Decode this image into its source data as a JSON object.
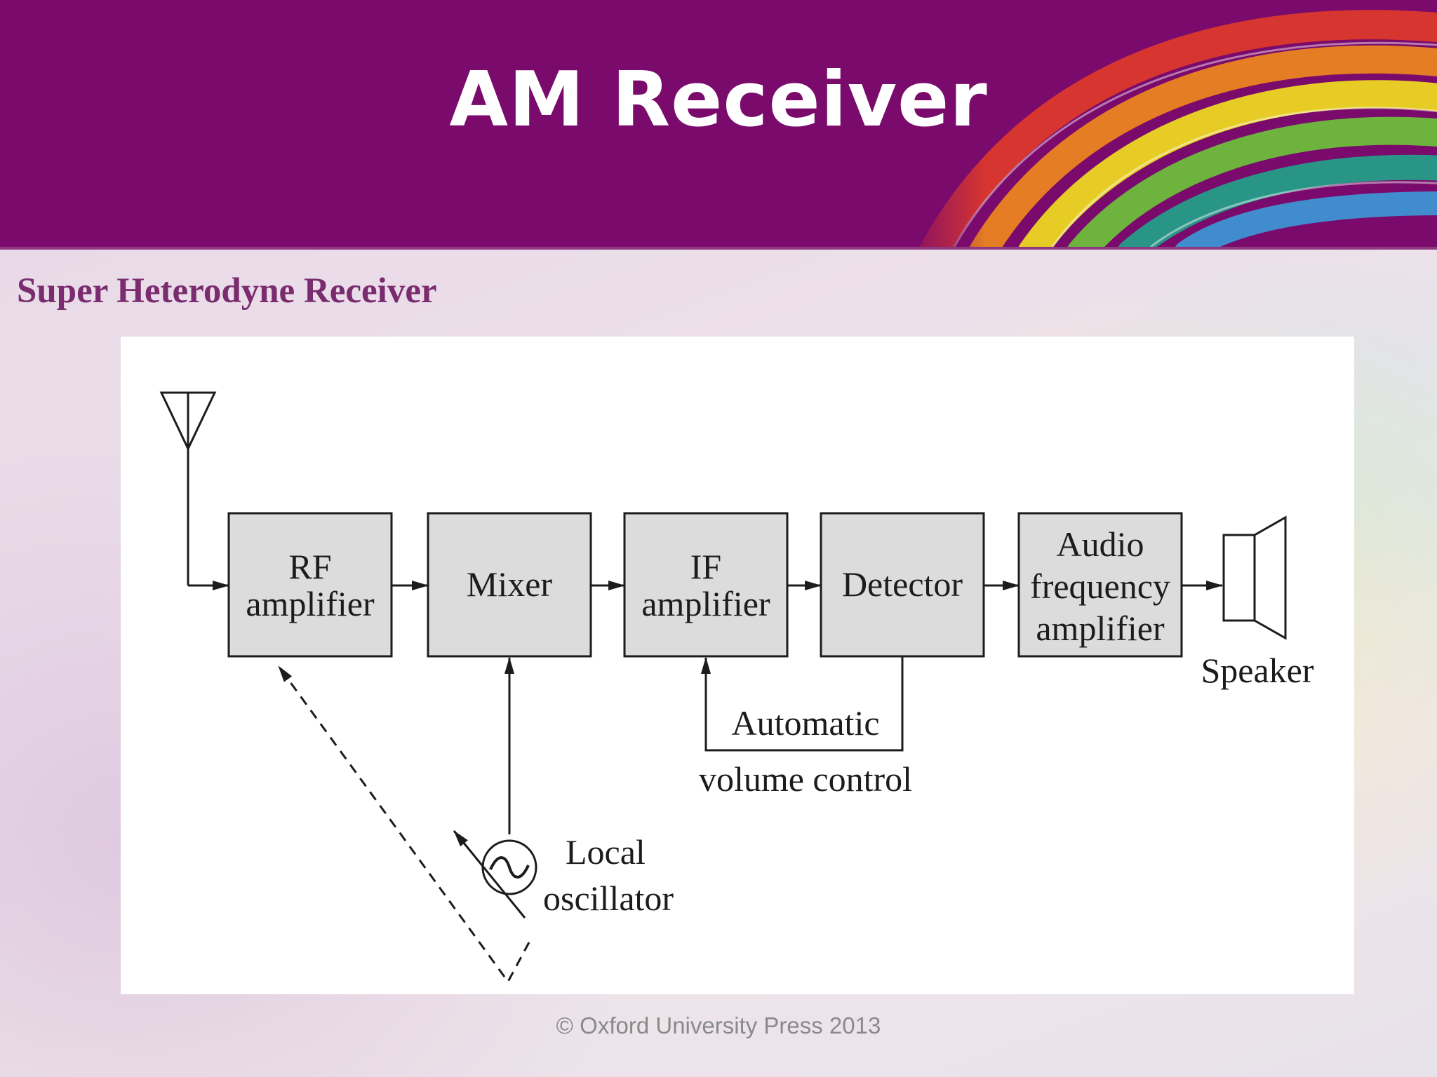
{
  "slide": {
    "title": "AM Receiver",
    "subtitle": "Super Heterodyne Receiver",
    "footer": "© Oxford University Press 2013",
    "colors": {
      "header_bg": "#7a0a6c",
      "subtitle": "#7a2c6e",
      "block_fill": "#dcdcdc"
    }
  },
  "diagram": {
    "blocks": {
      "rf": [
        "RF",
        "amplifier"
      ],
      "mixer": [
        "Mixer"
      ],
      "if": [
        "IF",
        "amplifier"
      ],
      "detector": [
        "Detector"
      ],
      "audio": [
        "Audio",
        "frequency",
        "amplifier"
      ]
    },
    "labels": {
      "speaker": "Speaker",
      "avc": [
        "Automatic",
        "volume control"
      ],
      "oscillator": [
        "Local",
        "oscillator"
      ]
    },
    "icons": [
      "antenna-icon",
      "speaker-icon",
      "oscillator-icon"
    ]
  }
}
